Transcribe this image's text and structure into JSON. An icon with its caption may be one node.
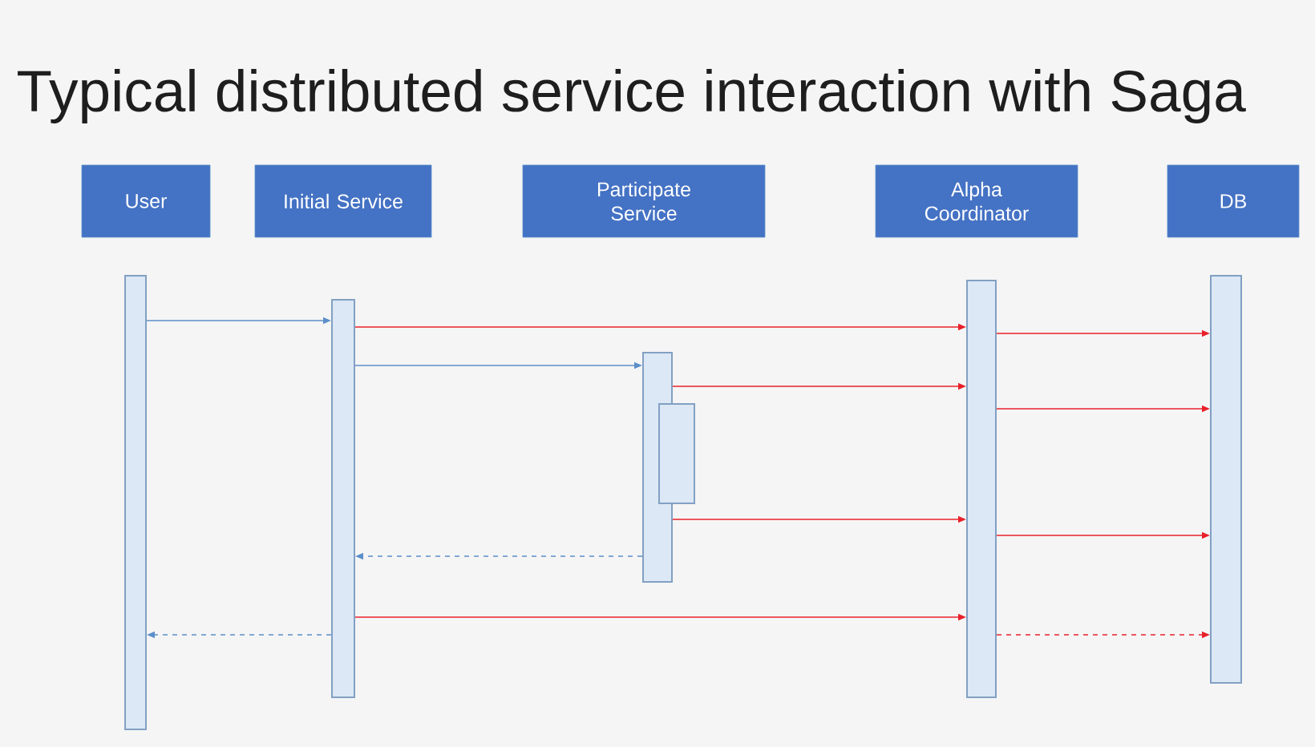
{
  "diagram": {
    "title": "Typical distributed service interaction with Saga",
    "nodes": [
      {
        "text": [
          "User"
        ]
      },
      {
        "text": [
          "Initial Service"
        ]
      },
      {
        "text": [
          "Participate Service"
        ]
      },
      {
        "text": [
          "Alpha Coordinator"
        ]
      },
      {
        "text": [
          "DB"
        ]
      },
      {
        "text": [],
        "shape": "bar"
      },
      {
        "text": [],
        "shape": "bar"
      },
      {
        "text": [],
        "shape": "bar"
      },
      {
        "text": [],
        "shape": "bar"
      },
      {
        "text": [],
        "shape": "bar"
      },
      {
        "text": [],
        "shape": "bar"
      }
    ],
    "edges": [
      {
        "from": 5,
        "to": 6,
        "arrow": "to",
        "color": "#5b8fc9"
      },
      {
        "from": 6,
        "to": 9,
        "arrow": "to"
      },
      {
        "from": 6,
        "to": 7,
        "arrow": "to",
        "color": "#5b8fc9"
      },
      {
        "from": 9,
        "to": 10,
        "arrow": "to"
      },
      {
        "from": 7,
        "to": 9,
        "arrow": "to"
      },
      {
        "from": 9,
        "to": 10,
        "arrow": "to"
      },
      {
        "from": 7,
        "to": 9,
        "arrow": "to"
      },
      {
        "from": 9,
        "to": 10,
        "arrow": "to"
      },
      {
        "from": 7,
        "to": 6,
        "arrow": "to",
        "style": "dashed",
        "color": "#5b8fc9"
      },
      {
        "from": 6,
        "to": 9,
        "arrow": "to"
      },
      {
        "from": 6,
        "to": 5,
        "arrow": "to",
        "style": "dashed",
        "color": "#5b8fc9"
      },
      {
        "from": 9,
        "to": 10,
        "arrow": "to",
        "style": "dashed"
      }
    ]
  }
}
